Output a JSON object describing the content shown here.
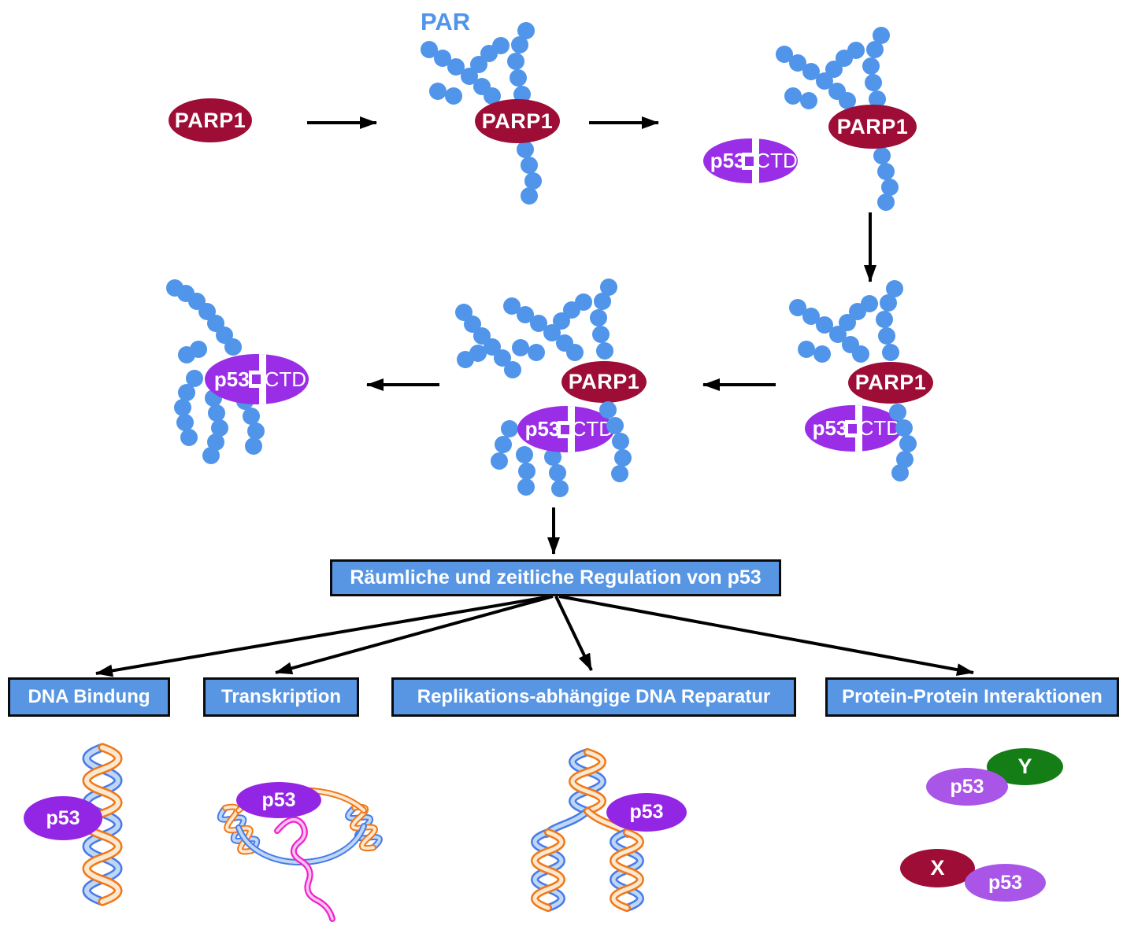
{
  "labels": {
    "par": "PAR",
    "parp1": "PARP1",
    "p53": "p53",
    "ctd": "CTD",
    "protein_x": "X",
    "protein_y": "Y"
  },
  "regulation_box": {
    "label": "Räumliche und zeitliche Regulation von p53"
  },
  "category_boxes": [
    {
      "label": "DNA Bindung"
    },
    {
      "label": "Transkription"
    },
    {
      "label": "Replikations-abhängige DNA Reparatur"
    },
    {
      "label": "Protein-Protein Interaktionen"
    }
  ],
  "colors": {
    "parp1_maroon": "#9D0D36",
    "p53_purple": "#9A2EE6",
    "p53_dna_purple": "#9326E4",
    "p53_light_purple": "#A855E8",
    "par_bead_blue": "#5095EA",
    "box_blue": "#5896E3",
    "box_border_black": "#0B0B0B",
    "protein_y_green": "#157D15",
    "dna_strand_orange": "#F07818",
    "dna_strand_orange_fill": "#FBE8D0",
    "dna_strand_blue": "#4A7AE8",
    "dna_strand_blue_fill": "#BDD7F5",
    "rna_magenta": "#EE22CC",
    "rna_magenta_fill": "#F9C4EF",
    "arrow_black": "#000000",
    "background": "#FFFFFF"
  }
}
